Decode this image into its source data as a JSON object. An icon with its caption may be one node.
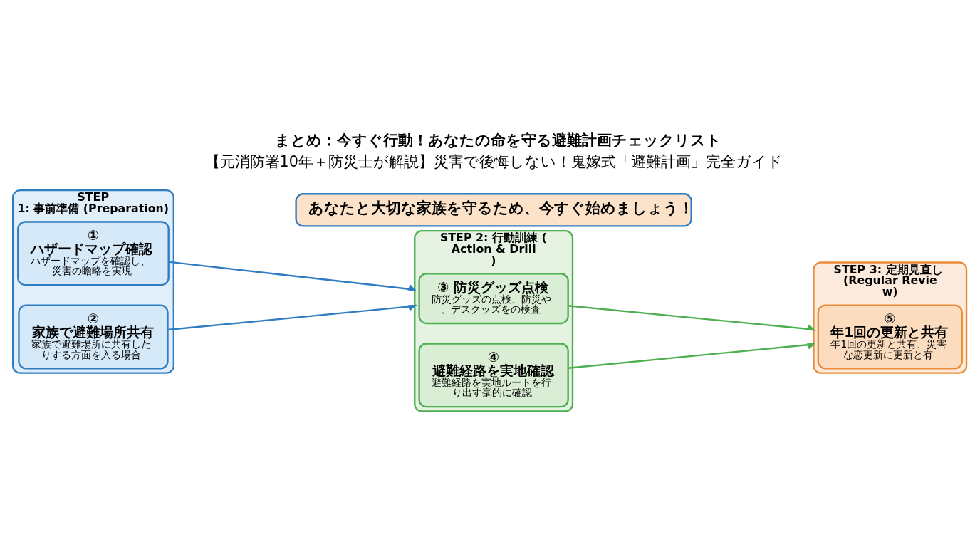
{
  "diagram": {
    "title": "まとめ：今すぐ行動！あなたの命を守る避難計画チェックリスト",
    "nodes": [
      {
        "text": [
          "STEP 1: 事前準備 (Preparation)"
        ]
      },
      {
        "text": [
          "① ハザードマップ確認",
          "ハザードマップを確認し、災害の瞻略を実現"
        ],
        "in": 0
      },
      {
        "text": [
          "② 家族で避難場所共有",
          "家族で避難場所に共有したりする方面を入る場合"
        ],
        "in": 0
      },
      {
        "text": [
          "STEP 2: 行動訓練 (Action & Drill)"
        ]
      },
      {
        "text": [
          "③ 防災グッズ点検",
          "防災グッズの点検、防災や、デスクッズをの検査"
        ],
        "in": 3
      },
      {
        "text": [
          "④ 避難経路を実地確認",
          "避難経路を実地ルートを行り出す毫的に確認"
        ],
        "in": 3
      },
      {
        "text": [
          "STEP 3: 定期見直し (Regular Review)"
        ]
      },
      {
        "text": [
          "⑤ 年1回の更新と共有",
          "年1回の更新と共有、災害な恋更新に更新と有"
        ],
        "in": 6
      },
      {
        "text": [
          "あなたと大切な家族を守るため、今すぐ始めましょう！"
        ]
      }
    ],
    "edges": [
      {
        "from": 1,
        "to": 3,
        "arrow": "to",
        "color": "#2f7cc2"
      },
      {
        "from": 2,
        "to": 3,
        "arrow": "to",
        "color": "#2f7cc2"
      },
      {
        "from": 4,
        "to": 6,
        "arrow": "to",
        "color": "#4caf50"
      },
      {
        "from": 5,
        "to": 6,
        "arrow": "to",
        "color": "#4caf50"
      }
    ],
    "labels": [
      "【元消防署10年＋防災士が解説】災害で後悔しない！鬼嫁式「避難計画」完全ガイド"
    ]
  }
}
